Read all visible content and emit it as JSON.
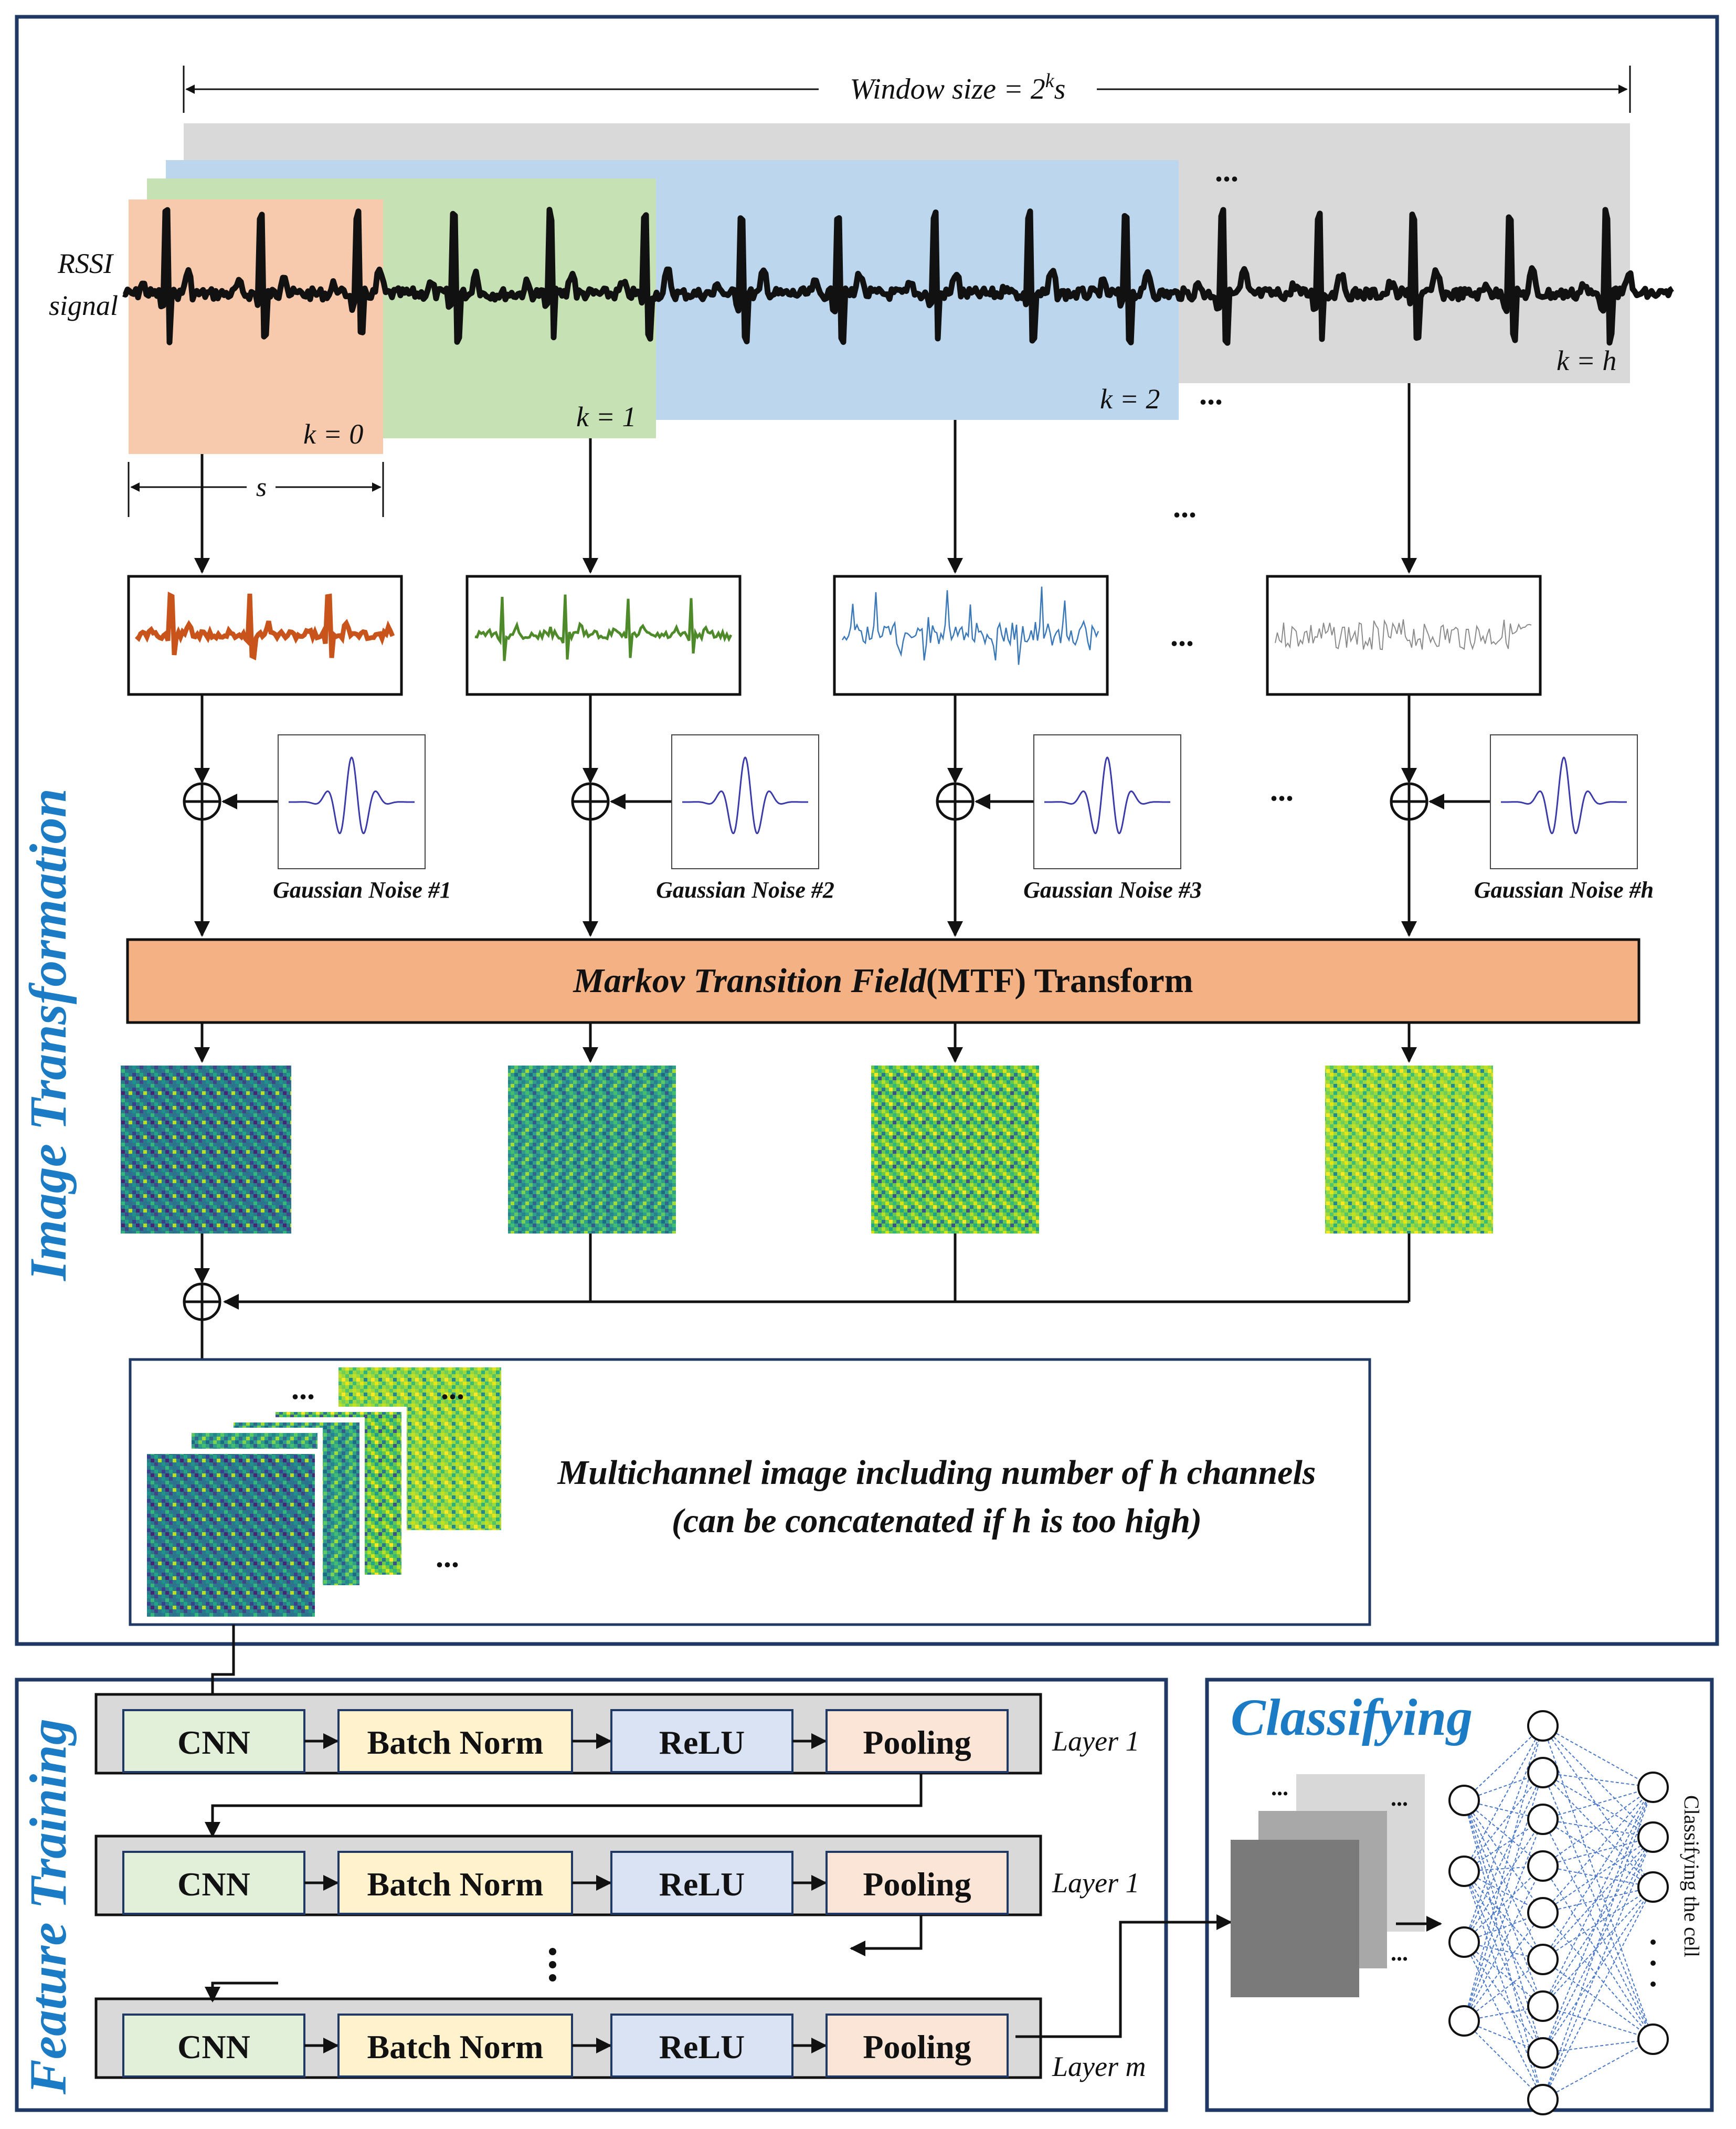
{
  "sections": {
    "image_transformation": "Image Transformation",
    "feature_training": "Feature Training",
    "classifying": "Classifying"
  },
  "top": {
    "window_size_label": "Window size = 2",
    "window_size_sup": "k",
    "window_size_tail": "s",
    "rssi_line1": "RSSI",
    "rssi_line2": "signal",
    "s_label": "s",
    "ellipsis": "..."
  },
  "windows": [
    {
      "k_label": "k = 0",
      "color": "#f7c9ad",
      "signal_color": "#c8541c"
    },
    {
      "k_label": "k = 1",
      "color": "#c6e1b4",
      "signal_color": "#4f8a2a"
    },
    {
      "k_label": "k = 2",
      "color": "#bcd6ee",
      "signal_color": "#3a78b8"
    },
    {
      "k_label": "k = h",
      "color": "#d9d9d9",
      "signal_color": "#8a8a8a"
    }
  ],
  "noise_labels": [
    "Gaussian Noise #1",
    "Gaussian Noise #2",
    "Gaussian Noise #3",
    "Gaussian Noise #h"
  ],
  "mtf": {
    "italic_part": "Markov Transition Field",
    "rest": " (MTF) Transform"
  },
  "multichannel": {
    "line1": "Multichannel image including number of h channels",
    "line2": "(can be concatenated if h is too high)"
  },
  "layers": [
    {
      "blocks": [
        "CNN",
        "Batch Norm",
        "ReLU",
        "Pooling"
      ],
      "label": "Layer 1"
    },
    {
      "blocks": [
        "CNN",
        "Batch Norm",
        "ReLU",
        "Pooling"
      ],
      "label": "Layer 1"
    },
    {
      "blocks": [
        "CNN",
        "Batch Norm",
        "ReLU",
        "Pooling"
      ],
      "label": "Layer m"
    }
  ],
  "classifier": {
    "output_label": "Classifying the cell"
  },
  "colors": {
    "cnn": "#e2efd9",
    "batchnorm": "#fff2cc",
    "relu": "#dae3f3",
    "pooling": "#fbe5d6",
    "mtf_bar": "#f4b183",
    "accent": "#1b7bc4",
    "frame": "#1f3864"
  }
}
